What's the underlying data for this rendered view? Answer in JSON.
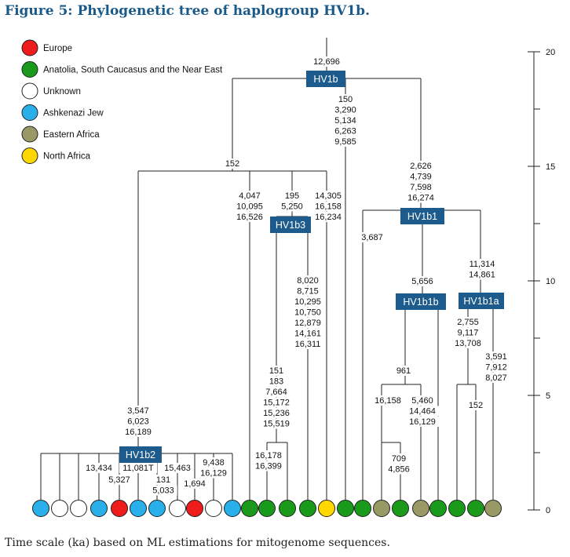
{
  "figure": {
    "title": "Figure 5: Phylogenetic tree of haplogroup HV1b.",
    "caption": "Time scale (ka) based on ML estimations for mitogenome sequences."
  },
  "colors": {
    "Europe": "#ee1c1c",
    "Anatolia": "#1a9a1a",
    "Unknown": "#ffffff",
    "Ashkenazi": "#29b0ea",
    "EastAfrica": "#999966",
    "NorthAfrica": "#ffd700",
    "box": "#1d5b8c"
  },
  "legend": [
    {
      "key": "Europe",
      "label": "Europe"
    },
    {
      "key": "Anatolia",
      "label": "Anatolia, South Caucasus and the Near East"
    },
    {
      "key": "Unknown",
      "label": "Unknown"
    },
    {
      "key": "Ashkenazi",
      "label": "Ashkenazi Jew"
    },
    {
      "key": "EastAfrica",
      "label": "Eastern Africa"
    },
    {
      "key": "NorthAfrica",
      "label": "North Africa"
    }
  ],
  "axis": {
    "ticks": [
      "20",
      "15",
      "10",
      "5",
      "0"
    ],
    "min": 0,
    "max": 20
  },
  "haplogroups": [
    "HV1b",
    "HV1b1",
    "HV1b2",
    "HV1b3",
    "HV1b1b",
    "HV1b1a"
  ],
  "mutations": {
    "root": [
      "12,696"
    ],
    "hv1b_right": [
      "150",
      "3,290",
      "5,134",
      "6,263",
      "9,585"
    ],
    "hv1b_left": [
      "152"
    ],
    "hv1b1": [
      "2,626",
      "4,739",
      "7,598",
      "16,274"
    ],
    "hv1b1_left": [
      "3,687"
    ],
    "hv1b1a": [
      "11,314",
      "14,861"
    ],
    "hv1b1a_left": [
      "2,755",
      "9,117",
      "13,708"
    ],
    "hv1b1a_right": [
      "3,591",
      "7,912",
      "8,027"
    ],
    "hv1b1a_sub": [
      "152"
    ],
    "hv1b1b": [
      "5,656"
    ],
    "hv1b1b_961": [
      "961"
    ],
    "hv1b1b_left": [
      "16,158"
    ],
    "hv1b1b_right": [
      "5,460",
      "14,464",
      "16,129"
    ],
    "hv1b1b_709": [
      "709",
      "4,856"
    ],
    "mid_a": [
      "4,047",
      "10,095",
      "16,526"
    ],
    "hv1b3": [
      "195",
      "5,250"
    ],
    "mid_b": [
      "14,305",
      "16,158",
      "16,234"
    ],
    "hv1b3_right": [
      "8,020",
      "8,715",
      "10,295",
      "10,750",
      "12,879",
      "14,161",
      "16,311"
    ],
    "hv1b3_left": [
      "151",
      "183",
      "7,664",
      "15,172",
      "15,236",
      "15,519"
    ],
    "hv1b3_sub": [
      "16,178",
      "16,399"
    ],
    "hv1b2": [
      "3,547",
      "6,023",
      "16,189"
    ],
    "hv1b2_a": [
      "13,434"
    ],
    "hv1b2_b": [
      "5,327"
    ],
    "hv1b2_c": [
      "11,081T"
    ],
    "hv1b2_d": [
      "131",
      "5,033"
    ],
    "hv1b2_e": [
      "15,463"
    ],
    "hv1b2_f": [
      "1,694"
    ],
    "hv1b2_g": [
      "9,438",
      "16,129"
    ]
  },
  "leaves": [
    "Ashkenazi",
    "Unknown",
    "Unknown",
    "Ashkenazi",
    "Europe",
    "Ashkenazi",
    "Ashkenazi",
    "Unknown",
    "Europe",
    "Unknown",
    "Ashkenazi",
    "Anatolia",
    "Anatolia",
    "Anatolia",
    "Anatolia",
    "NorthAfrica",
    "Anatolia",
    "Anatolia",
    "EastAfrica",
    "Anatolia",
    "EastAfrica",
    "Anatolia",
    "Anatolia",
    "Anatolia",
    "EastAfrica"
  ]
}
